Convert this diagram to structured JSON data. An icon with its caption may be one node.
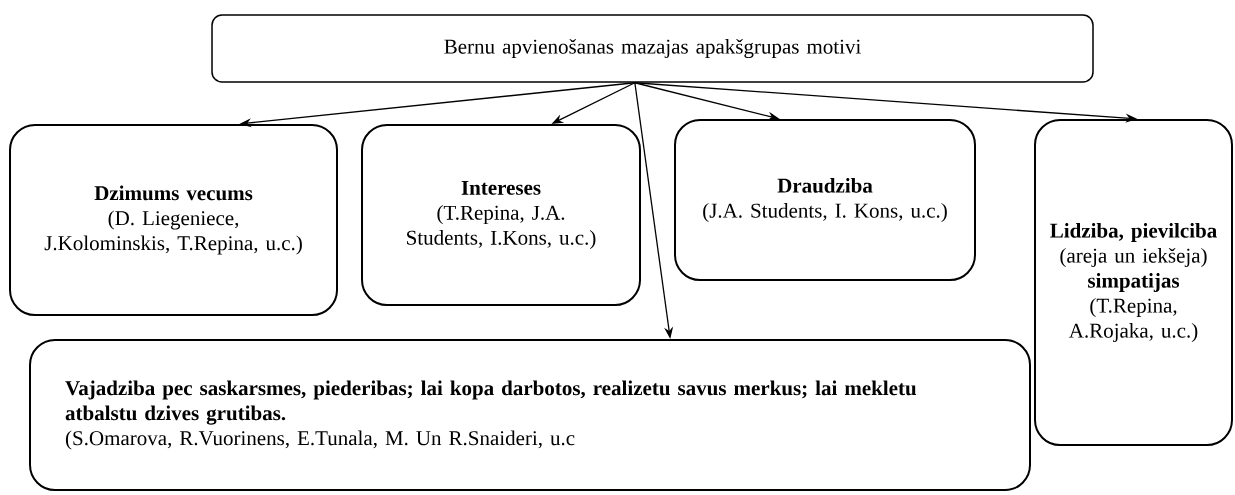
{
  "diagram": {
    "nodes": [
      {
        "text": [
          "Bernu apvienošanas mazajas apakšgrupas motivi"
        ]
      },
      {
        "text": [
          "Dzimums vecums",
          "(D. Liegeniece, J.Kolominskis, T.Repina, u.c.)"
        ]
      },
      {
        "text": [
          "Intereses",
          "(T.Repina, J.A. Students, I.Kons, u.c.)"
        ]
      },
      {
        "text": [
          "Draudziba",
          "(J.A. Students, I. Kons, u.c.)"
        ]
      },
      {
        "text": [
          "Lidziba, pievilciba",
          "(areja un iekšeja)",
          "simpatijas",
          "(T.Repina, A.Rojaka, u.c.)"
        ]
      },
      {
        "text": [
          "Vajadziba pec saskarsmes, piederibas; lai kopa darbotos, realizetu savus merkus; lai mekletu atbalstu dzives grutibas.",
          "(S.Omarova, R.Vuorinens, E.Tunala, M. Un R.Snaideri, u.c"
        ]
      }
    ],
    "edges": [
      {
        "from": 0,
        "to": 1,
        "arrow": "to"
      },
      {
        "from": 0,
        "to": 2,
        "arrow": "to"
      },
      {
        "from": 0,
        "to": 5,
        "arrow": "to"
      },
      {
        "from": 0,
        "to": 3,
        "arrow": "to"
      },
      {
        "from": 0,
        "to": 4,
        "arrow": "to"
      }
    ]
  }
}
